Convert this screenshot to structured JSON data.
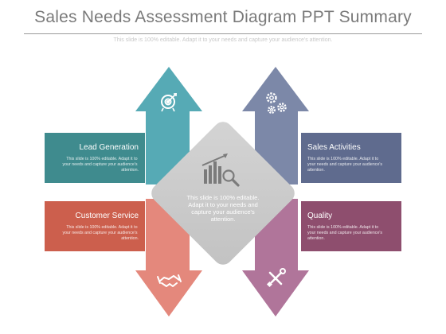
{
  "title": "Sales Needs Assessment Diagram PPT Summary",
  "subtitle": "This slide is 100% editable. Adapt it to your needs and capture your audience's attention.",
  "center": {
    "text": "This slide is 100% editable. Adapt it to your needs and capture your audience's attention.",
    "icon": "growth-chart-magnifier-icon"
  },
  "segments": {
    "lead_generation": {
      "title": "Lead Generation",
      "body": [
        "This slide is 100% editable. Adapt it to",
        "your needs and capture your audience's",
        "attention."
      ],
      "color": "#3f8b8e",
      "arrow_color": "#56aab5",
      "icon": "target-icon"
    },
    "sales_activities": {
      "title": "Sales Activities",
      "body": [
        "This slide is 100% editable. Adapt it to",
        "your needs and capture your audience's",
        "attention."
      ],
      "color": "#5f6b8e",
      "arrow_color": "#7c88a8",
      "icon": "gears-icon"
    },
    "customer_service": {
      "title": "Customer Service",
      "body": [
        "This slide is 100% editable. Adapt it to",
        "your needs and capture your audience's",
        "attention."
      ],
      "color": "#cc5f4d",
      "arrow_color": "#e4887c",
      "icon": "handshake-icon"
    },
    "quality": {
      "title": "Quality",
      "body": [
        "This slide is 100% editable. Adapt it to",
        "your needs and capture your audience's",
        "attention."
      ],
      "color": "#8e4e6e",
      "arrow_color": "#b0759a",
      "icon": "tools-icon"
    }
  }
}
